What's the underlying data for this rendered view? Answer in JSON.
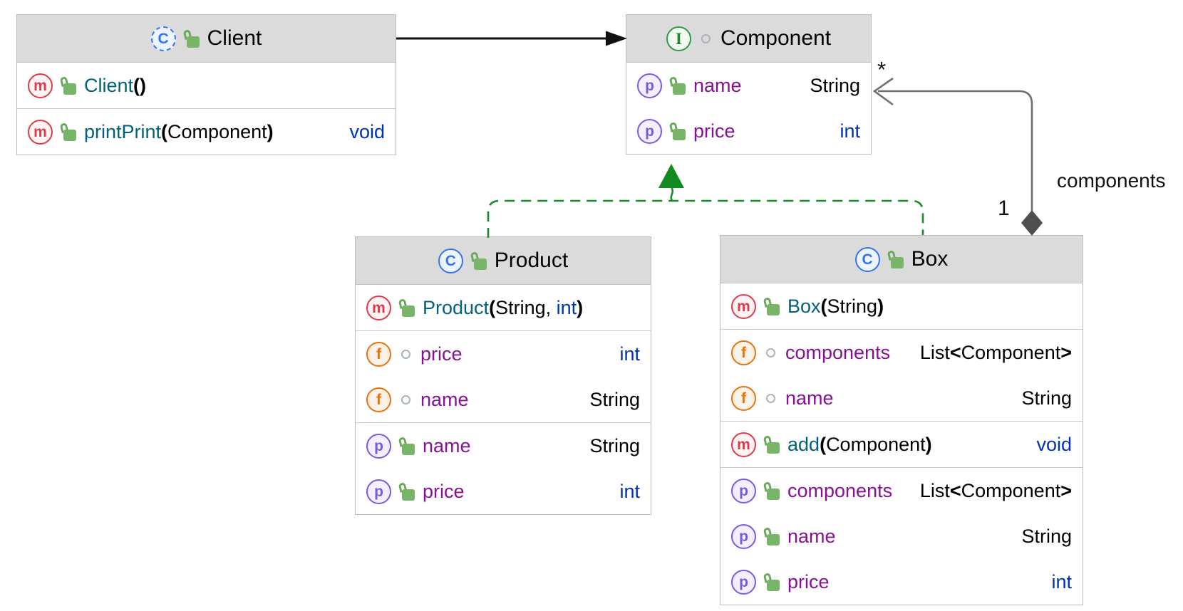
{
  "icons": {
    "class_glyph": "C",
    "interface_glyph": "I",
    "method_glyph": "m",
    "field_glyph": "f",
    "property_glyph": "p"
  },
  "colors": {
    "accent_blue": "#3574F0",
    "interface_green": "#2E9945",
    "method_red": "#DB3C4D",
    "field_orange": "#E8720C",
    "property_purple": "#7B59E0",
    "name_purple": "#871094",
    "declaration_teal": "#00627A",
    "keyword_blue": "#0033B3",
    "realization_green": "#1E8A2E",
    "composition_gray": "#6F6F6F",
    "header_gray": "#DBDBDB"
  },
  "classes": {
    "client": {
      "title": "Client",
      "rows": [
        {
          "name": [
            "Client",
            "()"
          ],
          "type": []
        },
        {
          "name": [
            "printPrint",
            "(",
            "Component",
            ")"
          ],
          "type": [
            "void"
          ]
        }
      ]
    },
    "component": {
      "title": "Component",
      "rows": [
        {
          "name": [
            "name"
          ],
          "type": [
            "String"
          ]
        },
        {
          "name": [
            "price"
          ],
          "type": [
            "int"
          ]
        }
      ]
    },
    "product": {
      "title": "Product",
      "rows": [
        {
          "name": [
            "Product",
            "(",
            "String, ",
            "int",
            ")"
          ],
          "type": []
        },
        {
          "name": [
            "price"
          ],
          "type": [
            "int"
          ]
        },
        {
          "name": [
            "name"
          ],
          "type": [
            "String"
          ]
        },
        {
          "name": [
            "name"
          ],
          "type": [
            "String"
          ]
        },
        {
          "name": [
            "price"
          ],
          "type": [
            "int"
          ]
        }
      ]
    },
    "box": {
      "title": "Box",
      "rows": [
        {
          "name": [
            "Box",
            "(",
            "String",
            ")"
          ],
          "type": []
        },
        {
          "name": [
            "components"
          ],
          "type": [
            "List",
            "<",
            "Component",
            ">"
          ]
        },
        {
          "name": [
            "name"
          ],
          "type": [
            "String"
          ]
        },
        {
          "name": [
            "add",
            "(",
            "Component",
            ")"
          ],
          "type": [
            "void"
          ]
        },
        {
          "name": [
            "components"
          ],
          "type": [
            "List",
            "<",
            "Component",
            ">"
          ]
        },
        {
          "name": [
            "name"
          ],
          "type": [
            "String"
          ]
        },
        {
          "name": [
            "price"
          ],
          "type": [
            "int"
          ]
        }
      ]
    }
  },
  "edges": {
    "dependency": {
      "from": "Client",
      "to": "Component"
    },
    "realization": {
      "from": "Product, Box",
      "to": "Component"
    },
    "composition": {
      "from": "Box",
      "to": "Component",
      "label": "components",
      "source_multiplicity": "1",
      "target_multiplicity": "*"
    }
  }
}
